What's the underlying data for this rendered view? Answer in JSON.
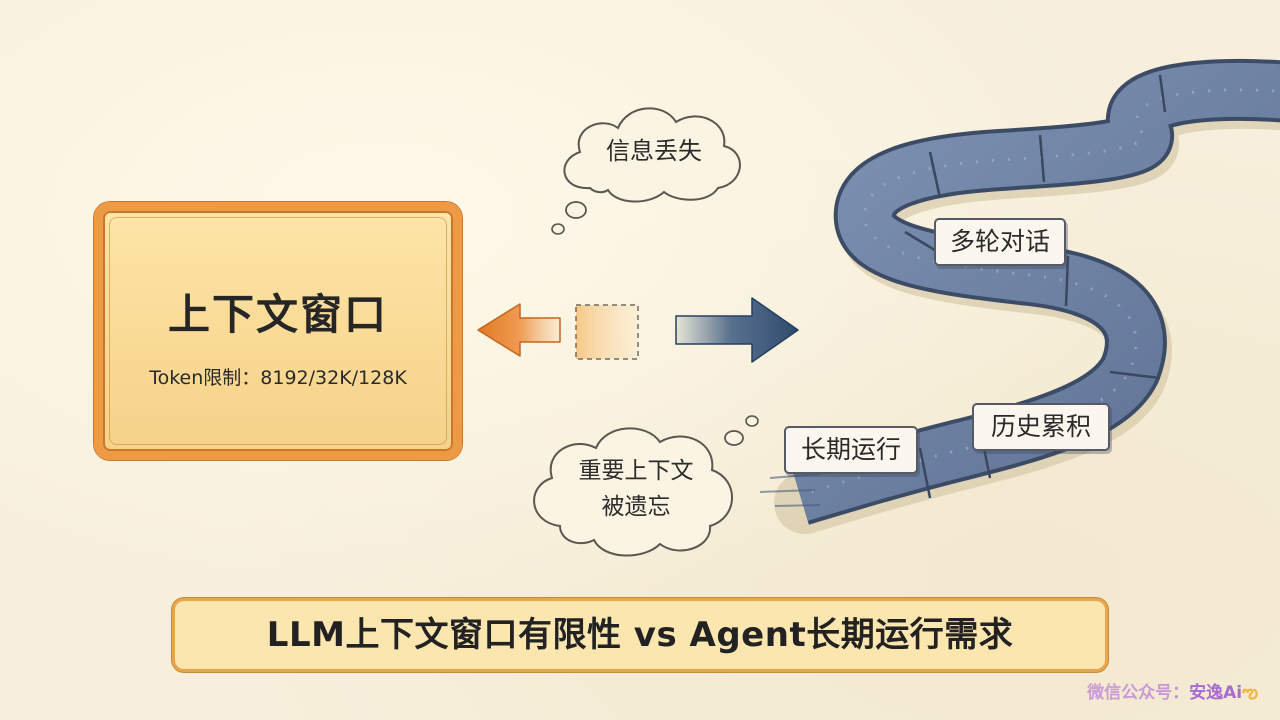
{
  "context_window": {
    "title": "上下文窗口",
    "subtitle": "Token限制：8192/32K/128K"
  },
  "clouds": {
    "info_loss": "信息丢失",
    "forgotten_line1": "重要上下文",
    "forgotten_line2": "被遗忘"
  },
  "road_tags": {
    "multi_turn": "多轮对话",
    "history": "历史累积",
    "long_running": "长期运行"
  },
  "headline": "LLM上下文窗口有限性 vs Agent长期运行需求",
  "watermark": {
    "prefix": "微信公众号",
    "separator": "：",
    "name": "安逸Ai",
    "logo": "ఌ"
  },
  "colors": {
    "orange_accent": "#ee9a45",
    "road_blue": "#6f82a4",
    "arrow_blue": "#3c5a80",
    "arrow_orange": "#e8812e"
  }
}
